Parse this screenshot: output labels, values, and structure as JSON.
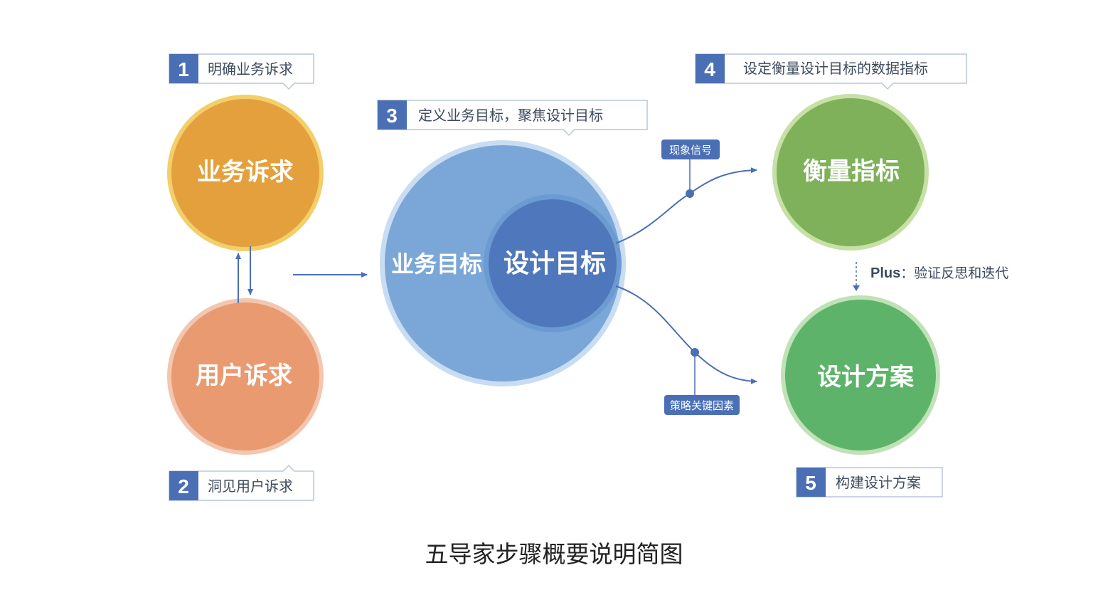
{
  "caption": "五导家步骤概要说明简图",
  "steps": [
    {
      "num": "1",
      "label": "明确业务诉求"
    },
    {
      "num": "2",
      "label": "洞见用户诉求"
    },
    {
      "num": "3",
      "label": "定义业务目标，聚焦设计目标"
    },
    {
      "num": "4",
      "label": "设定衡量设计目标的数据指标"
    },
    {
      "num": "5",
      "label": "构建设计方案"
    }
  ],
  "circles": {
    "business_need": "业务诉求",
    "user_need": "用户诉求",
    "business_goal": "业务目标",
    "design_goal": "设计目标",
    "metrics": "衡量指标",
    "design_solution": "设计方案"
  },
  "tags": {
    "signal": "现象信号",
    "strategy": "策略关键因素"
  },
  "plus": {
    "prefix": "Plus",
    "text": "：验证反思和迭代"
  },
  "colors": {
    "step_blue": "#4a6fb5",
    "orange": "#e4a03c",
    "salmon": "#e99a70",
    "light_blue": "#7aa7d8",
    "dark_blue": "#4f77bb",
    "green_light": "#7fb05a",
    "green": "#5db36a"
  }
}
